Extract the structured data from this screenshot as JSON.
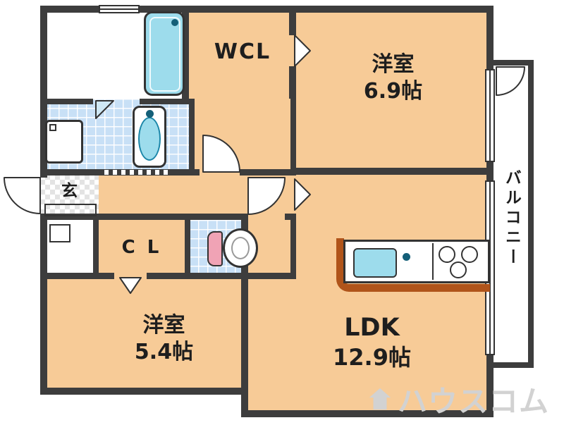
{
  "rooms": {
    "wcl": {
      "label": "WCL"
    },
    "bedroom_top": {
      "name": "洋室",
      "size": "6.9帖"
    },
    "bedroom_left": {
      "name": "洋室",
      "size": "5.4帖"
    },
    "ldk": {
      "name": "LDK",
      "size": "12.9帖"
    },
    "closet": {
      "label": "C L"
    },
    "entrance": {
      "label": "玄"
    },
    "balcony": {
      "label": "バルコニー"
    }
  },
  "watermark": {
    "text": "ハウスコム"
  },
  "icons": [
    "bathtub-icon",
    "washing-machine-icon",
    "vanity-sink-icon",
    "toilet-icon",
    "kitchen-sink-icon",
    "stove-burners-icon",
    "entrance-door-arc",
    "bathroom-door-arc",
    "toilet-door-arc",
    "balcony-door-arc",
    "door-opening-arrow",
    "house-logo-icon"
  ],
  "colors": {
    "floor": "#f7cb97",
    "wet_area_tile": "#c8e0f6",
    "wall": "#3d3d3d",
    "bathtub": "#9ddcec",
    "kitchen_counter_edge": "#b0541a",
    "toilet_lid": "#f0a3b5",
    "watermark": "#d2d2d2"
  }
}
